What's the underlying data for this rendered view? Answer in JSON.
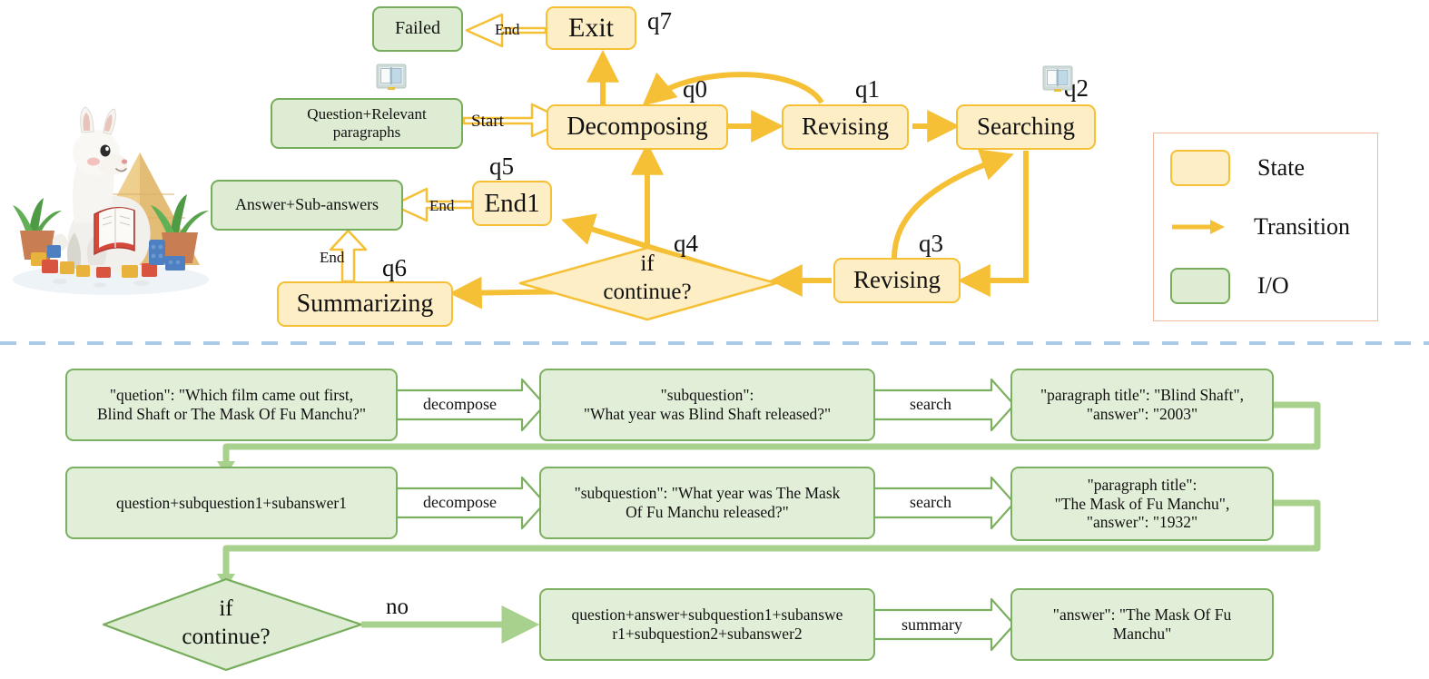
{
  "figure": {
    "title": "LLM state machine for multi-hop question decomposition",
    "colors": {
      "state_fill": "#fdeec6",
      "state_border": "#f5c035",
      "io_fill": "#ddecd2",
      "io_border": "#76ad5b",
      "transition": "#f5c035",
      "example_edge": "#a8d18d",
      "divider": "#a9cbe8",
      "legend_border": "#f0b9a0"
    }
  },
  "top_diagram": {
    "states": [
      {
        "id": "exit",
        "label": "Exit",
        "q": "q7"
      },
      {
        "id": "decomposing",
        "label": "Decomposing",
        "q": "q0"
      },
      {
        "id": "revising1",
        "label": "Revising",
        "q": "q1"
      },
      {
        "id": "searching",
        "label": "Searching",
        "q": "q2"
      },
      {
        "id": "revising2",
        "label": "Revising",
        "q": "q3"
      },
      {
        "id": "end1",
        "label": "End1",
        "q": "q5"
      },
      {
        "id": "summarizing",
        "label": "Summarizing",
        "q": "q6"
      }
    ],
    "decision": {
      "id": "if-continue",
      "line1": "if",
      "line2": "continue?",
      "q": "q4"
    },
    "io_nodes": [
      {
        "id": "failed",
        "label": "Failed"
      },
      {
        "id": "input",
        "line1": "Question+Relevant",
        "line2": "paragraphs"
      },
      {
        "id": "answers-out",
        "label": "Answer+Sub-answers"
      }
    ],
    "edge_labels": {
      "start": "Start",
      "end_exit": "End",
      "end_end1": "End",
      "end_summarizing": "End"
    },
    "icons": [
      {
        "name": "open-book-icon",
        "near": "decomposing"
      },
      {
        "name": "open-book-icon",
        "near": "searching"
      }
    ]
  },
  "legend": {
    "items": [
      {
        "swatch": "state",
        "label": "State"
      },
      {
        "swatch": "transition",
        "label": "Transition"
      },
      {
        "swatch": "io",
        "label": "I/O"
      }
    ]
  },
  "example_flow": {
    "rows": [
      {
        "boxes": [
          {
            "id": "question",
            "lines": [
              "\"quetion\": \"Which film came out first,",
              "Blind Shaft or The Mask Of Fu Manchu?\""
            ]
          },
          {
            "id": "subq1",
            "lines": [
              "\"subquestion\":",
              "\"What year was Blind Shaft released?\""
            ]
          },
          {
            "id": "para1",
            "lines": [
              "\"paragraph title\": \"Blind Shaft\",",
              "\"answer\": \"2003\""
            ]
          }
        ],
        "edges": [
          {
            "id": "decompose1",
            "label": "decompose"
          },
          {
            "id": "search1",
            "label": "search"
          }
        ]
      },
      {
        "boxes": [
          {
            "id": "ctx2",
            "lines": [
              "question+subquestion1+subanswer1"
            ]
          },
          {
            "id": "subq2",
            "lines": [
              "\"subquestion\": \"What year was The Mask",
              "Of Fu Manchu released?\""
            ]
          },
          {
            "id": "para2",
            "lines": [
              "\"paragraph title\":",
              "\"The Mask of Fu Manchu\",",
              "\"answer\": \"1932\""
            ]
          }
        ],
        "edges": [
          {
            "id": "decompose2",
            "label": "decompose"
          },
          {
            "id": "search2",
            "label": "search"
          }
        ]
      },
      {
        "boxes": [
          {
            "id": "if-continue-ex",
            "lines": [
              "if",
              "continue?"
            ],
            "shape": "diamond"
          },
          {
            "id": "summary-in",
            "lines": [
              "question+answer+subquestion1+subanswe",
              "r1+subquestion2+subanswer2"
            ]
          },
          {
            "id": "final-answer",
            "lines": [
              "\"answer\": \"The Mask Of Fu",
              "Manchu\""
            ]
          }
        ],
        "edges": [
          {
            "id": "no-branch",
            "label": "no"
          },
          {
            "id": "summary",
            "label": "summary"
          }
        ]
      }
    ]
  }
}
